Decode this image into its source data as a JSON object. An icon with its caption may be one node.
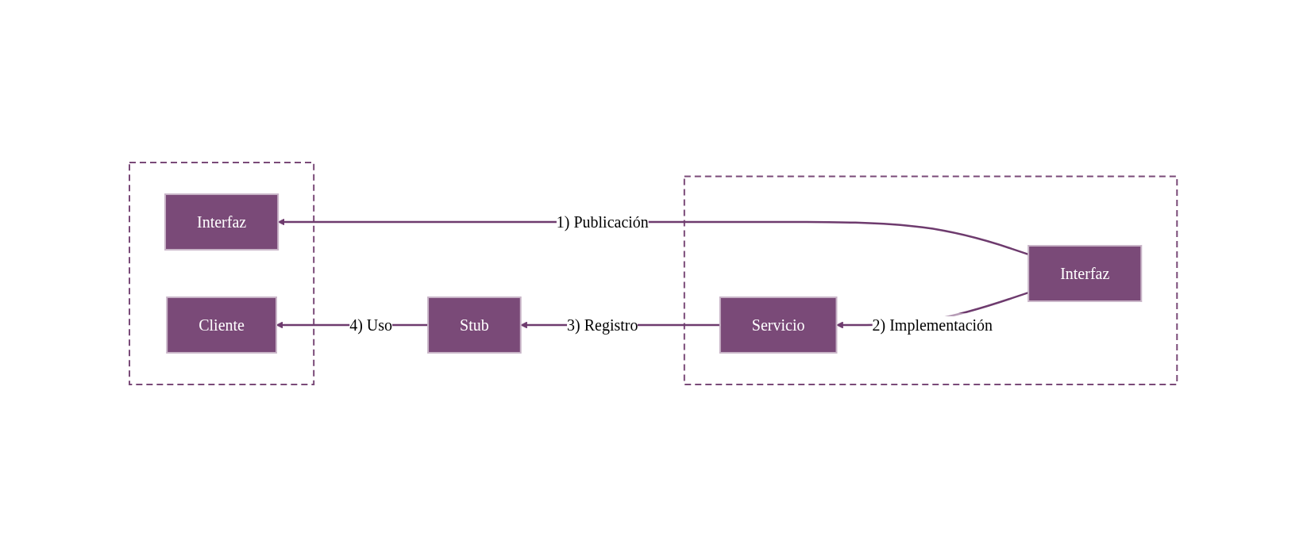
{
  "diagram": {
    "nodes": [
      {
        "text": [],
        "shape": "box"
      },
      {
        "text": [
          "Interfaz"
        ],
        "in": 0
      },
      {
        "text": [
          "Cliente"
        ],
        "in": 0
      },
      {
        "text": [],
        "shape": "box"
      },
      {
        "text": [
          "Interfaz"
        ],
        "in": 3
      },
      {
        "text": [
          "Servicio"
        ],
        "in": 3
      },
      {
        "text": [
          "Stub"
        ]
      }
    ],
    "edges": [
      {
        "from": 4,
        "to": 1,
        "label": "1) Publicación",
        "arrow": "to"
      },
      {
        "from": 4,
        "to": 5,
        "label": "2) Implementación",
        "arrow": "to"
      },
      {
        "from": 5,
        "to": 6,
        "label": "3) Registro",
        "arrow": "to"
      },
      {
        "from": 6,
        "to": 2,
        "label": "4) Uso",
        "arrow": "to"
      }
    ]
  }
}
